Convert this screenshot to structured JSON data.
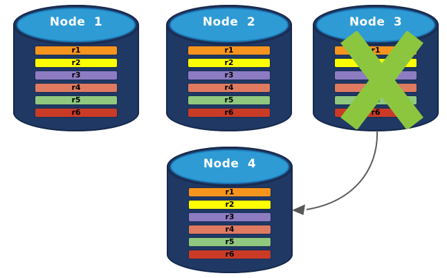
{
  "diagram": {
    "description": "Database node replication failover diagram",
    "nodes": [
      {
        "id": "node-1",
        "title": "Node 1",
        "failed": false
      },
      {
        "id": "node-2",
        "title": "Node 2",
        "failed": false
      },
      {
        "id": "node-3",
        "title": "Node 3",
        "failed": true
      },
      {
        "id": "node-4",
        "title": "Node 4",
        "failed": false
      }
    ],
    "records": [
      {
        "label": "r1",
        "color": "#F7941D"
      },
      {
        "label": "r2",
        "color": "#FFFF00"
      },
      {
        "label": "r3",
        "color": "#8E7CC3"
      },
      {
        "label": "r4",
        "color": "#DF7A61"
      },
      {
        "label": "r5",
        "color": "#8FC87E"
      },
      {
        "label": "r6",
        "color": "#C93B27"
      }
    ],
    "arrow": {
      "from": "Node 3",
      "to": "Node 4"
    },
    "colors": {
      "cylinder_body": "#1F3864",
      "cylinder_body_edge": "#16294A",
      "cylinder_top": "#2E9BD5",
      "title_text": "#FFFFFF",
      "record_text": "#000000",
      "failure_x": "#8CC63E",
      "arrow": "#595959"
    }
  }
}
